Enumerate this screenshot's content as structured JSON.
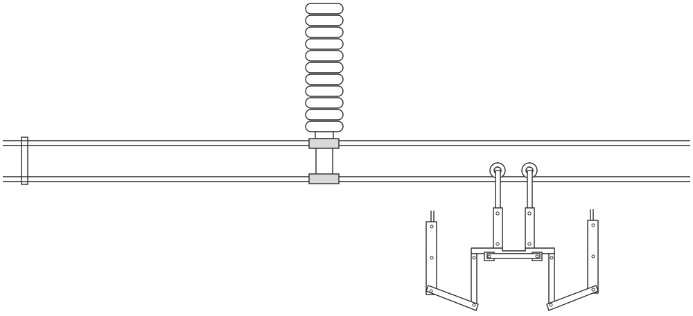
{
  "figure": {
    "kind": "mechanical drawing",
    "components": [
      "insulator-stack",
      "upper-conductor",
      "lower-conductor",
      "spacer-clamp",
      "insulator-clamp",
      "pulley-wheel",
      "hanging-arm",
      "mechanical-linkage-frame"
    ],
    "insulator_sheds": 11,
    "pulley_wheels": 2,
    "colors": {
      "line": "#2a2a2a",
      "background": "#ffffff",
      "clamp_fill": "#d9d9d9"
    }
  }
}
